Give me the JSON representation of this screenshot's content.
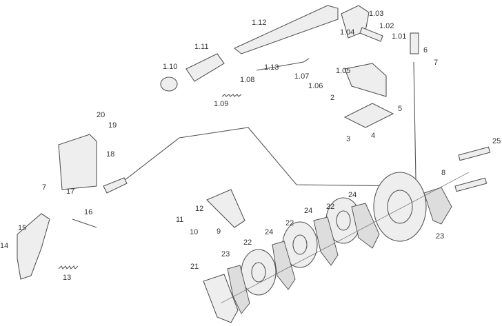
{
  "diagram": {
    "title": "Parking brake assembly exploded view",
    "callouts": [
      "1.12",
      "1.03",
      "1.02",
      "1.04",
      "1.01",
      "1.11",
      "6",
      "7",
      "1.10",
      "1.13",
      "1.05",
      "1.07",
      "1.08",
      "1.06",
      "2",
      "1.09",
      "5",
      "20",
      "19",
      "3",
      "4",
      "18",
      "25",
      "8",
      "7",
      "17",
      "24",
      "24",
      "22",
      "12",
      "16",
      "11",
      "22",
      "24",
      "23",
      "15",
      "9",
      "10",
      "22",
      "14",
      "23",
      "13",
      "21"
    ]
  }
}
